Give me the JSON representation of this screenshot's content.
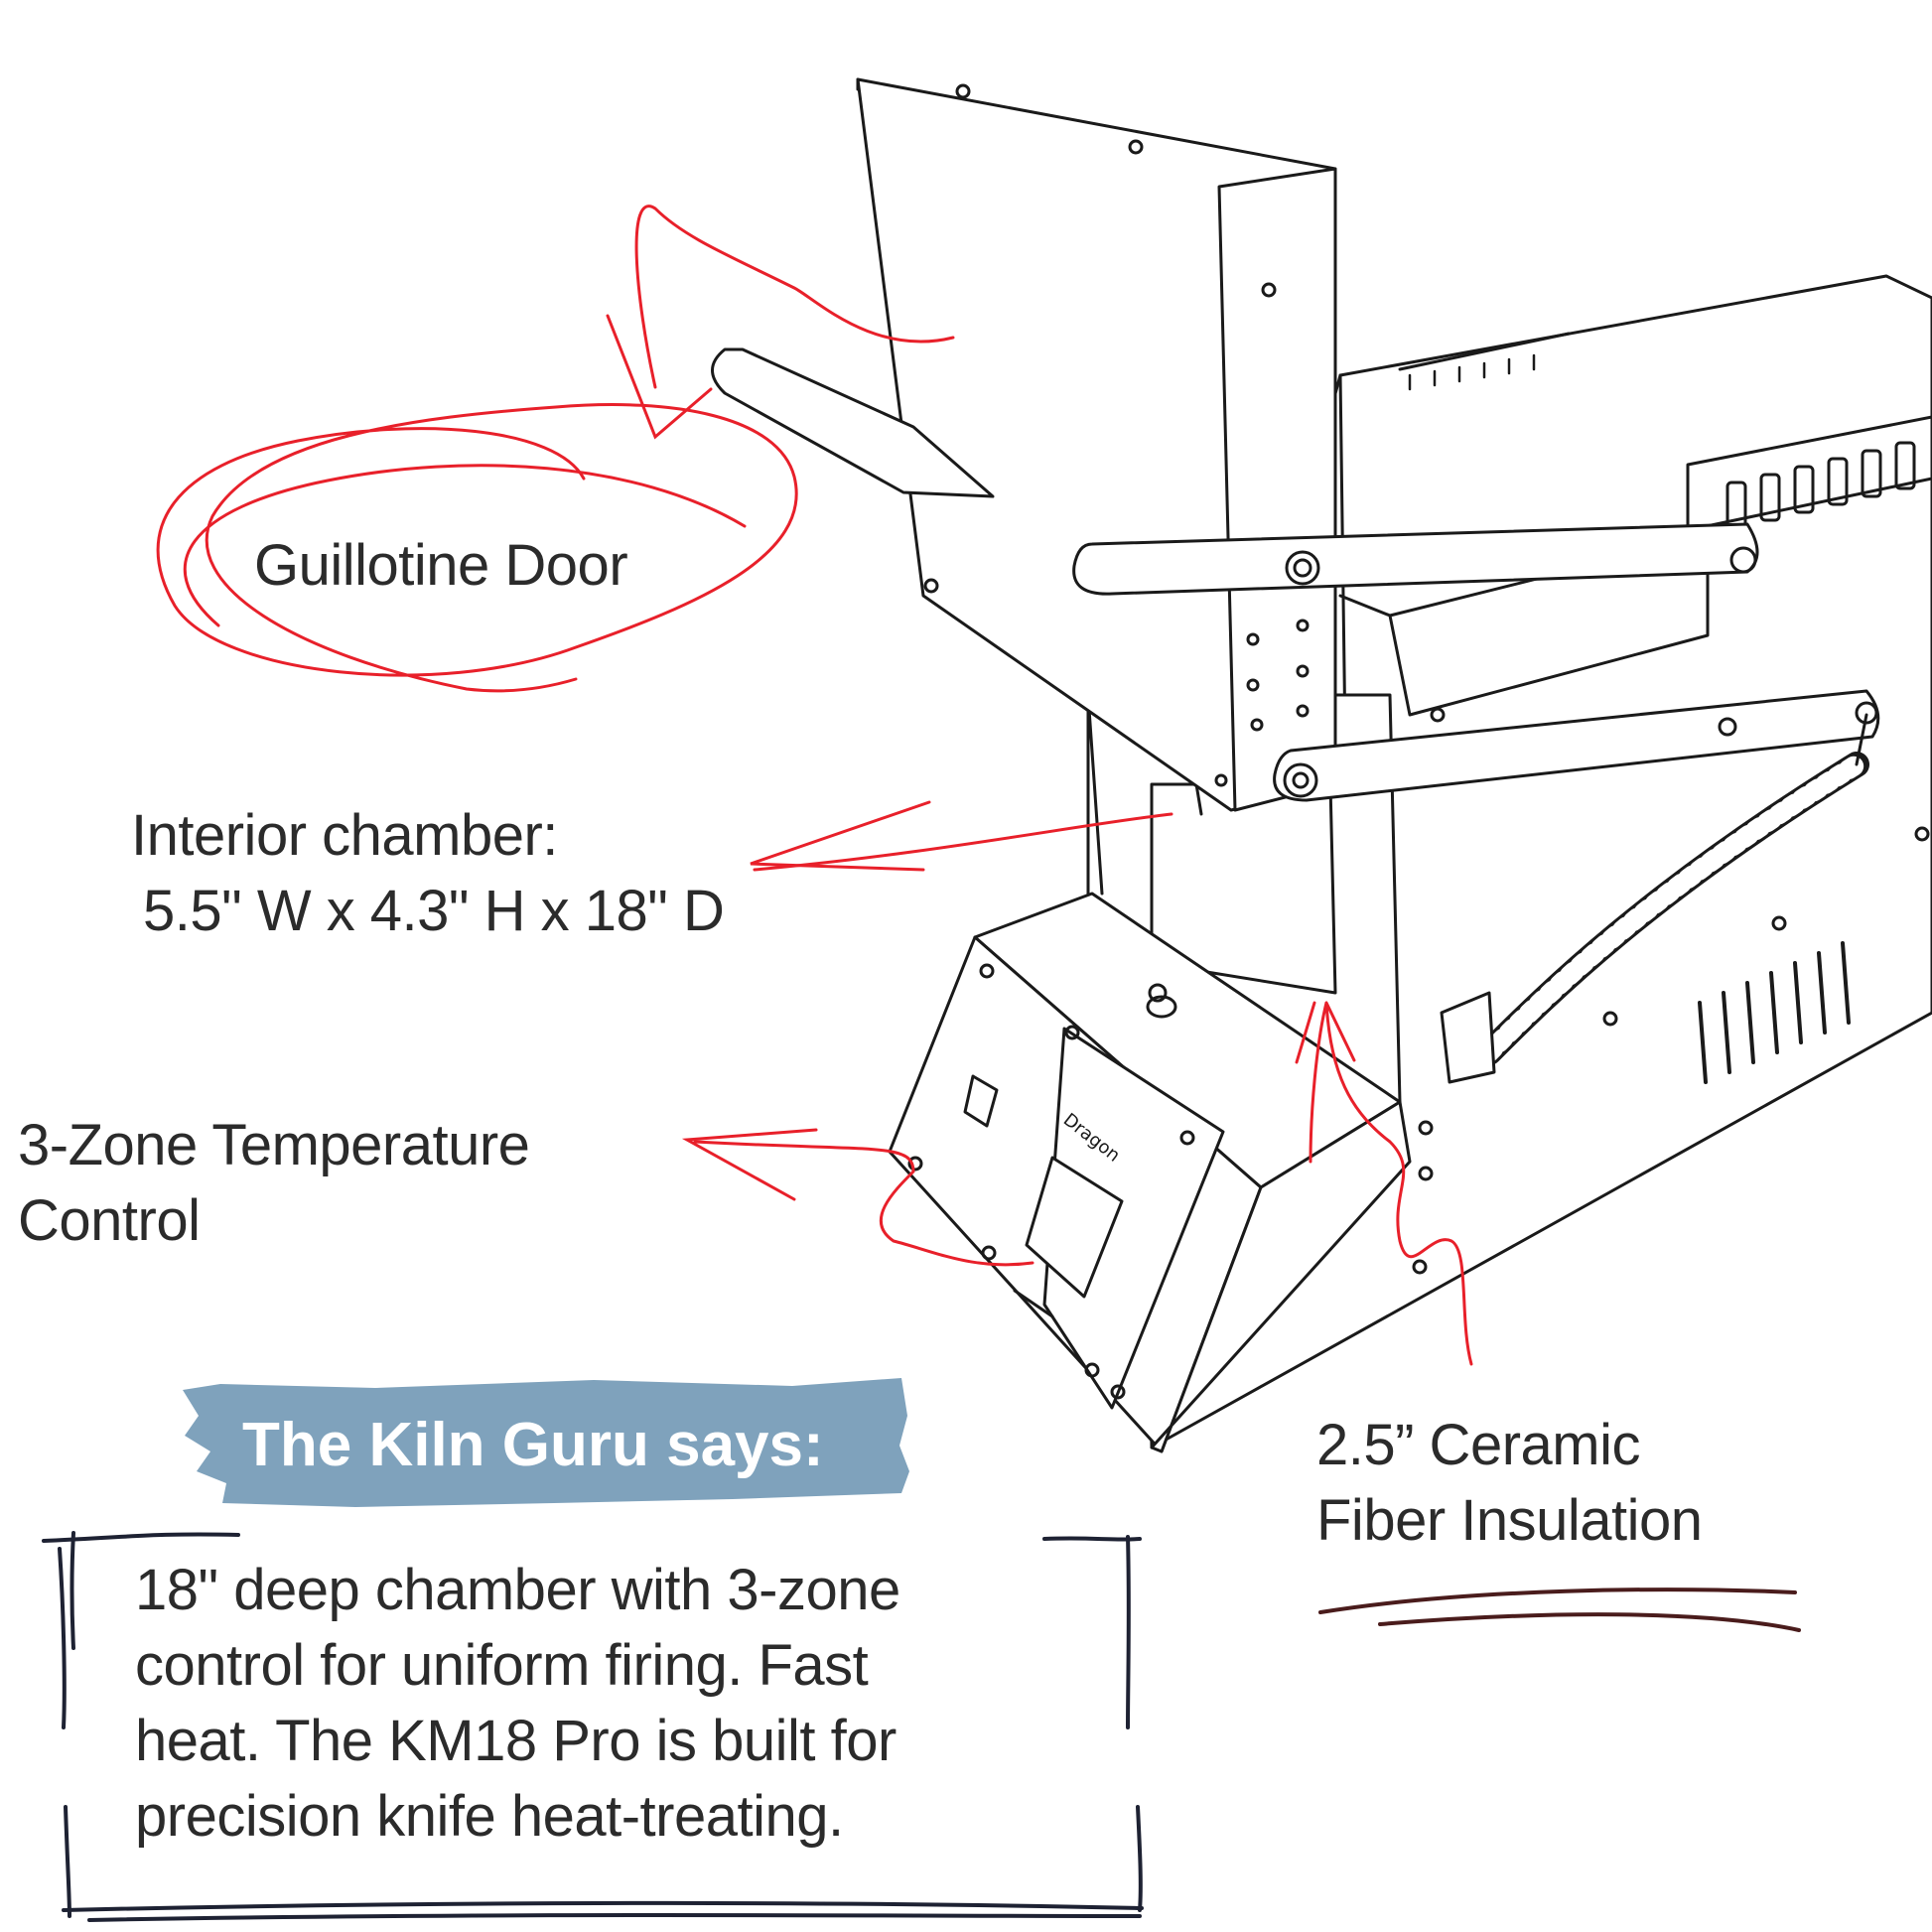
{
  "labels": {
    "guillotine_door": "Guillotine Door",
    "interior_chamber": {
      "line1": "Interior chamber:",
      "line2": "5.5\" W x 4.3\" H x 18\" D"
    },
    "temperature_control": {
      "line1": "3-Zone Temperature",
      "line2": "Control"
    },
    "insulation": {
      "line1": "2.5” Ceramic",
      "line2": "Fiber Insulation"
    }
  },
  "guru": {
    "title": "The Kiln Guru says:",
    "lines": [
      "18\" deep chamber with 3-zone",
      "control for uniform firing. Fast",
      "heat. The KM18 Pro is built for",
      "precision knife heat-treating."
    ]
  },
  "kiln": {
    "brand": "Dragon"
  },
  "colors": {
    "annotation": "#e8202a",
    "line_art": "#1a1a1a",
    "banner": "#7fa2bc",
    "text": "#2b2b2b",
    "underline": "#4a1c1c"
  }
}
